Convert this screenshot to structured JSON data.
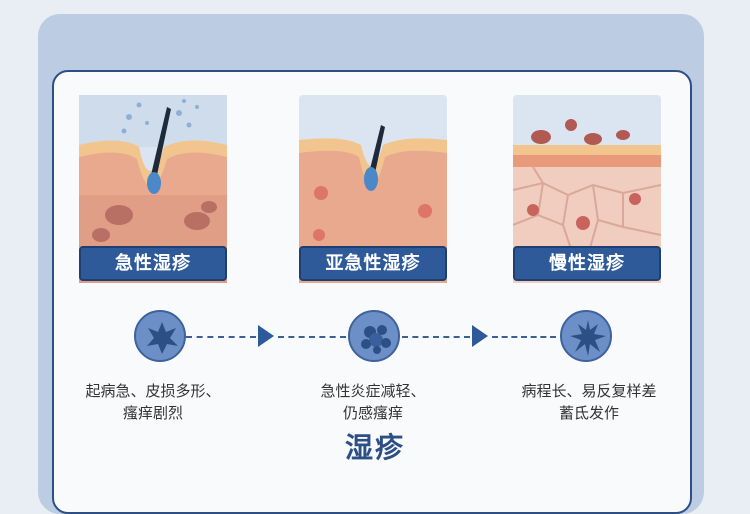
{
  "stages": [
    {
      "label": "急性湿疹",
      "description_lines": [
        "起病急、皮损多形、",
        "瘙痒剧烈"
      ],
      "icon": "spiky-crystal-icon"
    },
    {
      "label": "亚急性湿疹",
      "description_lines": [
        "急性炎症减轻、",
        "仍感瘙痒"
      ],
      "icon": "cluster-icon"
    },
    {
      "label": "慢性湿疹",
      "description_lines": [
        "病程长、易反复样差",
        "蓄氐发作"
      ],
      "icon": "thorny-cell-icon"
    }
  ],
  "title": "湿疹",
  "colors": {
    "accent": "#2f5a9a",
    "icon_fill": "#6c8fc7",
    "skin": "#e8a98f",
    "card_bg": "#f8fafc",
    "backdrop": "#bccde3"
  }
}
